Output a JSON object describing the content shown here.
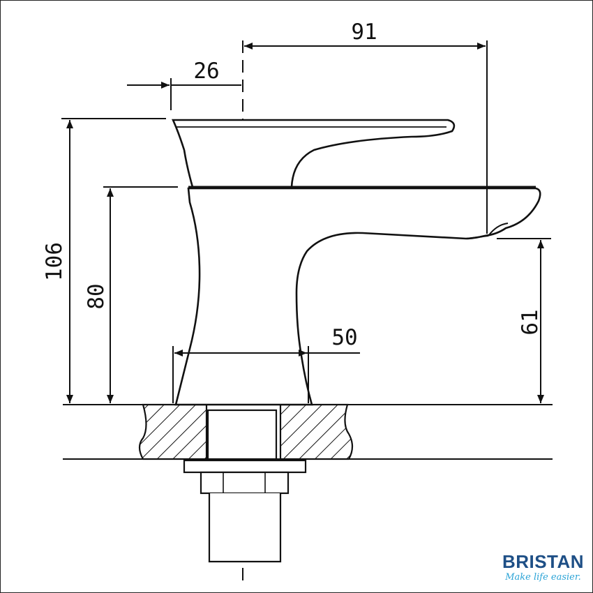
{
  "drawing": {
    "dimensions": {
      "spout_reach": "91",
      "handle_offset": "26",
      "overall_height": "106",
      "body_height": "80",
      "spout_outlet_height": "61",
      "base_width": "50"
    }
  },
  "brand": {
    "name": "BRISTAN",
    "tagline": "Make life easier.",
    "colors": {
      "name": "#1e4f86",
      "tagline": "#2aa3d6"
    }
  }
}
